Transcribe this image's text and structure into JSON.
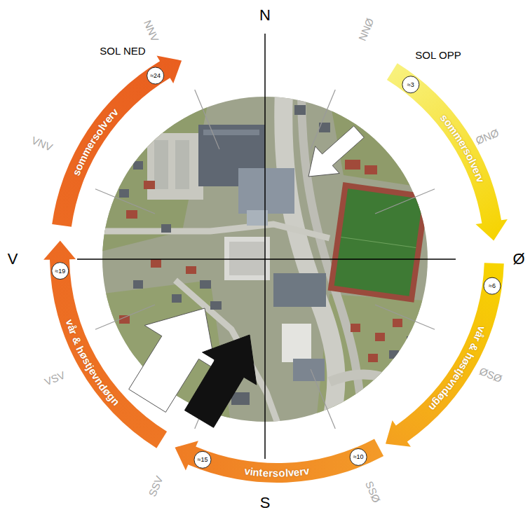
{
  "diagram": {
    "labels": [
      "N",
      "NNØ",
      "SOL OPP",
      "≈3",
      "sommersolverv",
      "ØNØ",
      "Ø",
      "≈6",
      "vår & høstjevndøgn",
      "ØSØ",
      "≈10",
      "SSØ",
      "vintersolverv",
      "S",
      "≈15",
      "SSV",
      "VSV",
      "vår & høstjevndøgn",
      "≈19",
      "V",
      "VNV",
      "sommersolverv",
      "≈24",
      "NNV",
      "SOL NED"
    ]
  }
}
